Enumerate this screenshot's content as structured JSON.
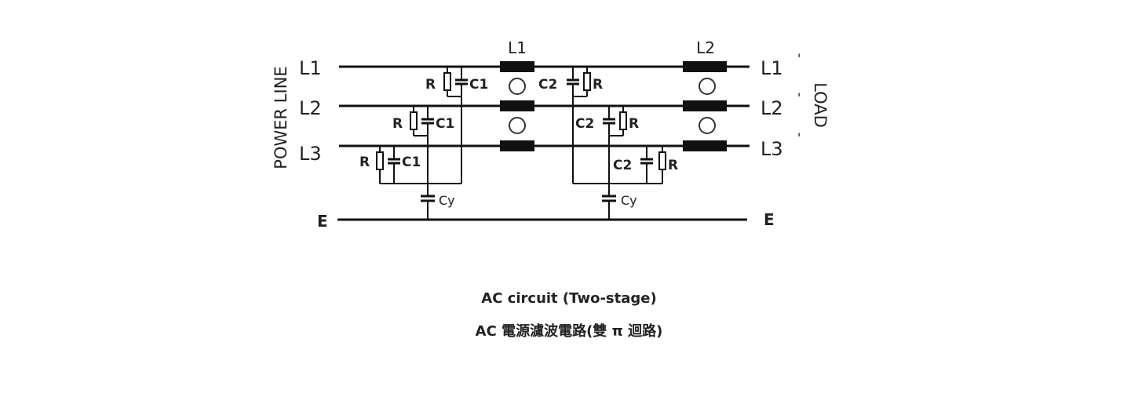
{
  "diagram": {
    "left_title": "POWER LINE",
    "right_title": "LOAD",
    "left_lines": [
      "L1",
      "L2",
      "L3"
    ],
    "right_lines": [
      "L1",
      "L2",
      "L3"
    ],
    "prime_mark": "'",
    "earth_label": "E",
    "choke_labels": [
      "L1",
      "L2"
    ],
    "resistor_label": "R",
    "stage1_cap_label": "C1",
    "stage2_cap_label": "C2",
    "y_cap_label": "Cy"
  },
  "caption": {
    "english": "AC circuit (Two-stage)",
    "chinese": "AC 電源濾波電路(雙 π 迴路)"
  }
}
